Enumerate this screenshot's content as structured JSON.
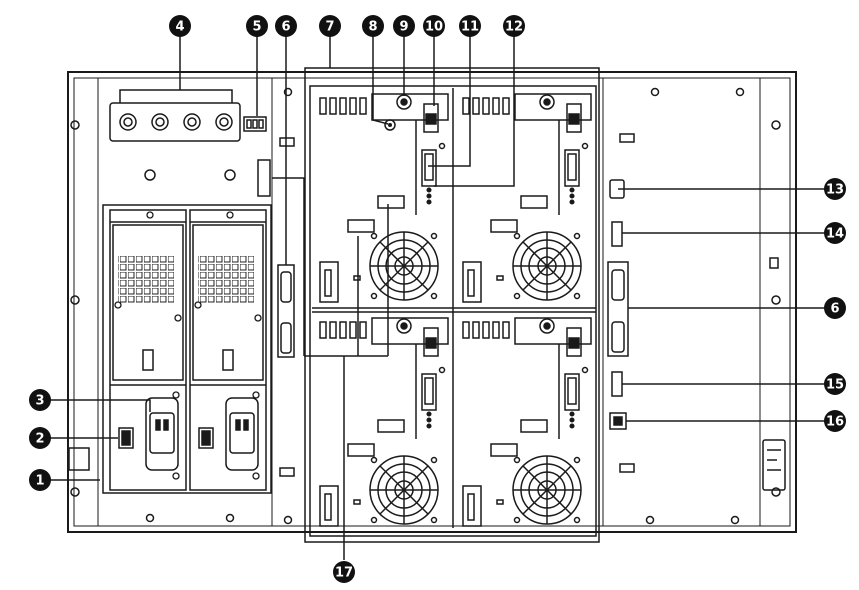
{
  "callouts": [
    {
      "id": 1,
      "label": "1"
    },
    {
      "id": 2,
      "label": "2"
    },
    {
      "id": 3,
      "label": "3"
    },
    {
      "id": 4,
      "label": "4"
    },
    {
      "id": 5,
      "label": "5"
    },
    {
      "id": 6,
      "label": "6"
    },
    {
      "id": 7,
      "label": "7"
    },
    {
      "id": 8,
      "label": "8"
    },
    {
      "id": 9,
      "label": "9"
    },
    {
      "id": 10,
      "label": "10"
    },
    {
      "id": 11,
      "label": "11"
    },
    {
      "id": 12,
      "label": "12"
    },
    {
      "id": 13,
      "label": "13"
    },
    {
      "id": 14,
      "label": "14"
    },
    {
      "id": 6,
      "label": "6"
    },
    {
      "id": 15,
      "label": "15"
    },
    {
      "id": 16,
      "label": "16"
    },
    {
      "id": 17,
      "label": "17"
    }
  ],
  "colors": {
    "line": "#1a1a1a",
    "panel_fill": "#ffffff",
    "callout_fill": "#111111"
  },
  "icons": [
    "power-switch-icon",
    "ac-inlet-icon",
    "fan-icon",
    "vent-grid-icon",
    "port-icon"
  ]
}
